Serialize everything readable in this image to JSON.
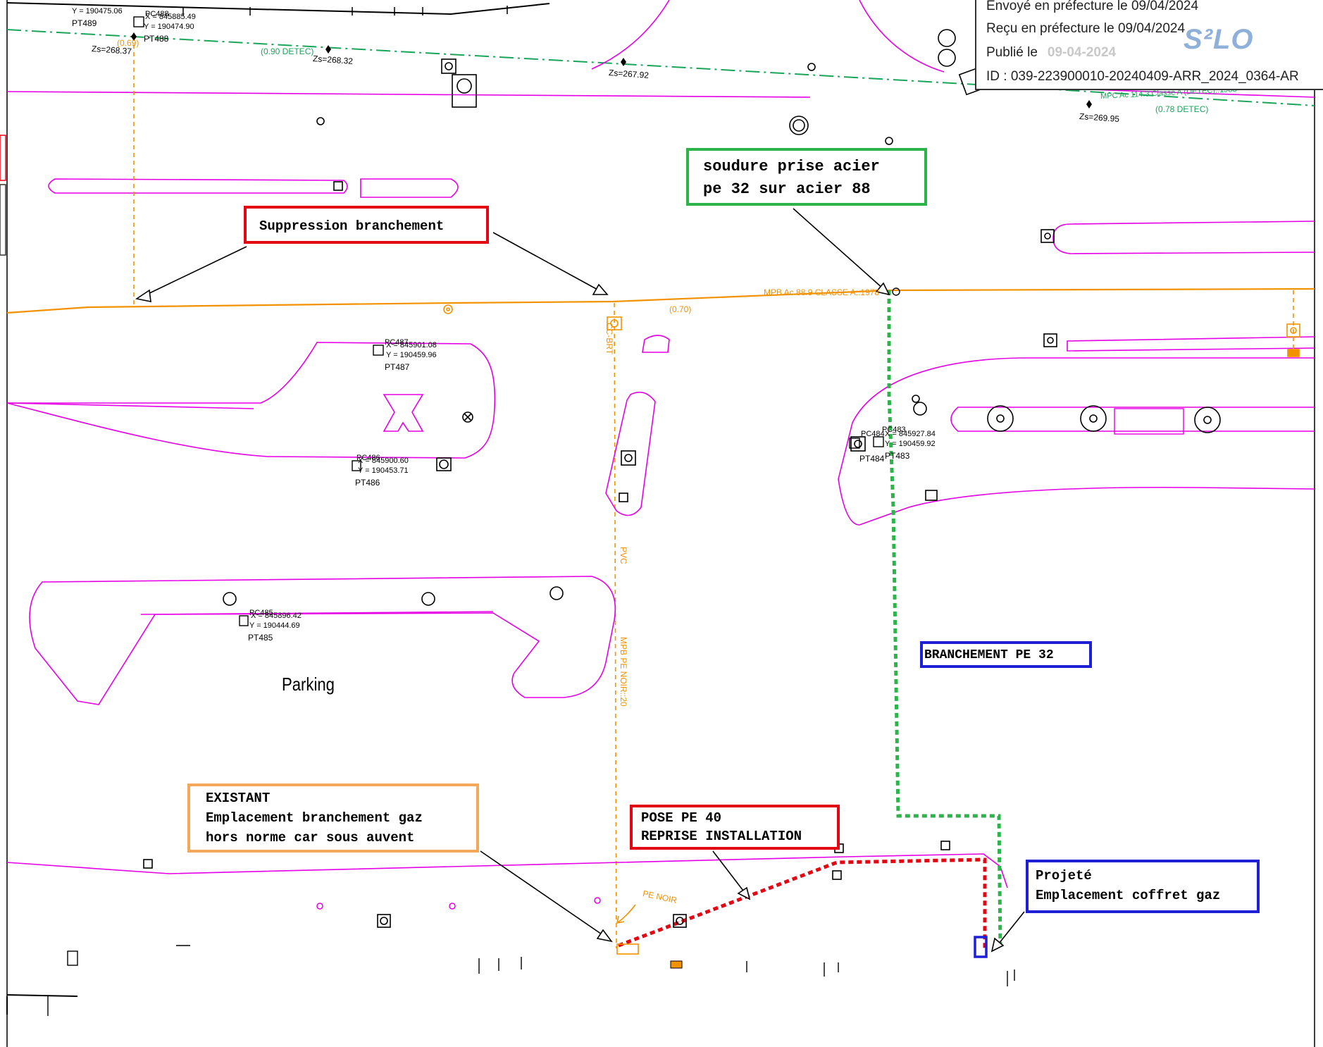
{
  "stamp": {
    "sent": "Envoyé en préfecture le 09/04/2024",
    "received": "Reçu en préfecture le 09/04/2024",
    "published_label": "Publié le",
    "published_date": "09-04-2024",
    "id": "ID : 039-223900010-20240409-ARR_2024_0364-AR",
    "logo": "S²LO"
  },
  "callouts": {
    "suppression": "Suppression branchement",
    "soudure_l1": "soudure prise acier",
    "soudure_l2": "pe 32 sur acier 88",
    "branchement_pe32": "BRANCHEMENT PE 32",
    "existant_l1": "EXISTANT",
    "existant_l2": "Emplacement branchement gaz",
    "existant_l3": "hors norme car sous auvent",
    "pose_l1": "POSE PE 40",
    "pose_l2": "REPRISE INSTALLATION",
    "projete_l1": "Projeté",
    "projete_l2": "Emplacement coffret gaz"
  },
  "network_labels": {
    "mpb_main": "MPB Ac 88.9 CLASSE A::1978",
    "depth_070": "(0.70)",
    "mpc_line": "MPC Ac 114.3 Classe A (DETEC)::1983",
    "depth_078": "(0.78 DETEC)",
    "depth_090": "(0.90 DETEC)",
    "depth_069": "(0.69)",
    "cc_brt": "CC-BRT",
    "pvc": "PVC",
    "mpb_pe_noir": "MPB PE NOIR::20",
    "pe_noir": "PE NOIR"
  },
  "survey_labels": {
    "zs1": "Zs=268.37",
    "zs2": "Zs=268.32",
    "zs3": "Zs=267.92",
    "zs4": "Zs=269.95",
    "pt489": "PT489",
    "pt488": "PT488",
    "pt487": "PT487",
    "pt486": "PT486",
    "pt485": "PT485",
    "pt484": "PT484",
    "pt483": "PT483",
    "y489": "Y = 190475.06",
    "c488a": "PC488",
    "x488": "X = 845885.49",
    "y488": "Y = 190474.90",
    "c487": "PC487",
    "x487": "X = 845901.08",
    "y487": "Y = 190459.96",
    "c486": "PC486",
    "x486": "X = 845900.60",
    "y486": "Y = 190453.71",
    "c485": "PC485",
    "x485": "X = 845896.42",
    "y485": "Y = 190444.69",
    "c484": "PC484",
    "c483": "PC483",
    "x483": "X = 845927.84",
    "y483": "Y = 190459.92",
    "parking": "Parking"
  },
  "colors": {
    "kerb": "#e600e6",
    "gas_main": "#f39200",
    "gas_existing": "#f39200",
    "mpc_line": "#1aa55a",
    "new_pe32": "#2cb34a",
    "new_pe40": "#e30613",
    "box_red": "#e30613",
    "box_green": "#2cb34a",
    "box_orange": "#f6a85a",
    "box_blue": "#1f1fd6",
    "building": "#000000"
  }
}
